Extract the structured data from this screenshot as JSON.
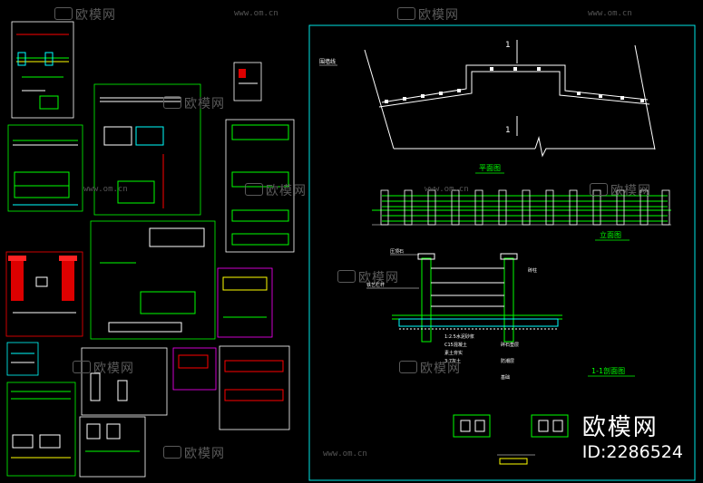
{
  "watermark": {
    "brand_text": "欧模网",
    "url": "www.om.cn"
  },
  "brand_overlay": {
    "name": "欧模网",
    "id_text": "ID:2286524"
  },
  "drawing": {
    "plan_title": "平面图",
    "elevation_title": "立面图",
    "section_title": "1-1剖面图",
    "section_mark": "1",
    "left_label": "围墙线",
    "annotations": [
      "压顶石",
      "铁艺栏杆",
      "砖柱",
      "1:2.5水泥砂浆",
      "C15混凝土",
      "素土夯实",
      "3:7灰土",
      "碎石垫层",
      "防潮层",
      "基础"
    ]
  },
  "colors": {
    "frame": "#00e5e5",
    "line_white": "#ffffff",
    "green": "#00ff00",
    "red": "#ff0000",
    "magenta": "#ff00ff",
    "yellow": "#ffff00",
    "cyan": "#00ffff"
  }
}
